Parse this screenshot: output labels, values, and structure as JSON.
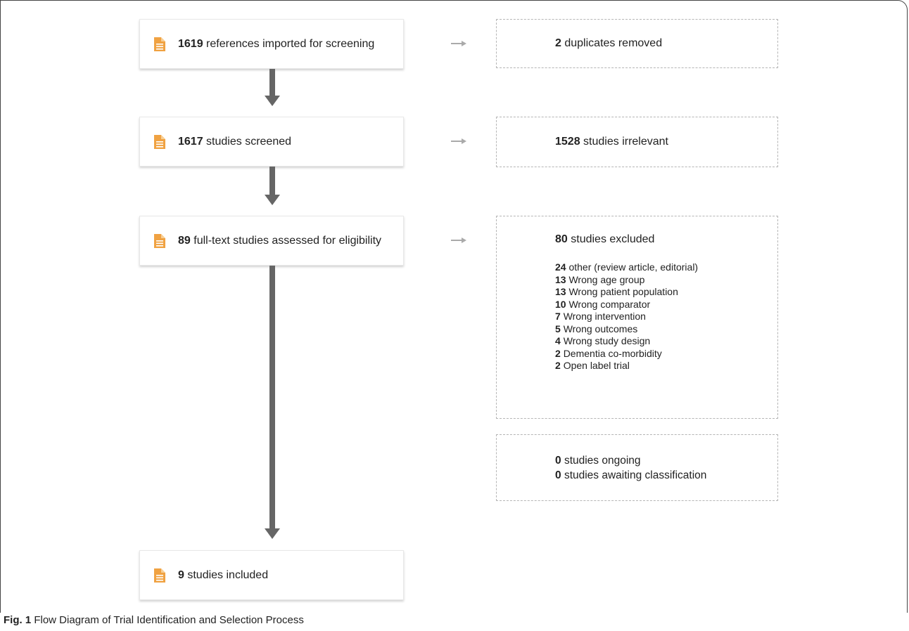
{
  "flow": {
    "steps": [
      {
        "count": "1619",
        "text": "references imported for screening"
      },
      {
        "count": "1617",
        "text": "studies screened"
      },
      {
        "count": "89",
        "text": "full-text studies assessed for eligibility"
      },
      {
        "count": "9",
        "text": "studies included"
      }
    ],
    "side": {
      "duplicates": {
        "count": "2",
        "text": "duplicates removed"
      },
      "irrelevant": {
        "count": "1528",
        "text": "studies irrelevant"
      },
      "excluded": {
        "count": "80",
        "text": "studies excluded",
        "reasons": [
          {
            "count": "24",
            "text": "other (review article, editorial)"
          },
          {
            "count": "13",
            "text": "Wrong age group"
          },
          {
            "count": "13",
            "text": "Wrong patient population"
          },
          {
            "count": "10",
            "text": "Wrong comparator"
          },
          {
            "count": "7",
            "text": "Wrong intervention"
          },
          {
            "count": "5",
            "text": "Wrong outcomes"
          },
          {
            "count": "4",
            "text": "Wrong study design"
          },
          {
            "count": "2",
            "text": "Dementia co-morbidity"
          },
          {
            "count": "2",
            "text": "Open label trial"
          }
        ]
      },
      "ongoing": {
        "count": "0",
        "text": "studies ongoing"
      },
      "awaiting": {
        "count": "0",
        "text": "studies awaiting classification"
      }
    }
  },
  "caption": {
    "label": "Fig. 1",
    "text": "Flow Diagram of Trial Identification and Selection Process"
  },
  "colors": {
    "icon": "#f0a242",
    "arrow": "#666666",
    "dashed_border": "#b5b5b5"
  },
  "icons": {
    "step": "document-icon",
    "side_arrow": "right-arrow-icon"
  }
}
